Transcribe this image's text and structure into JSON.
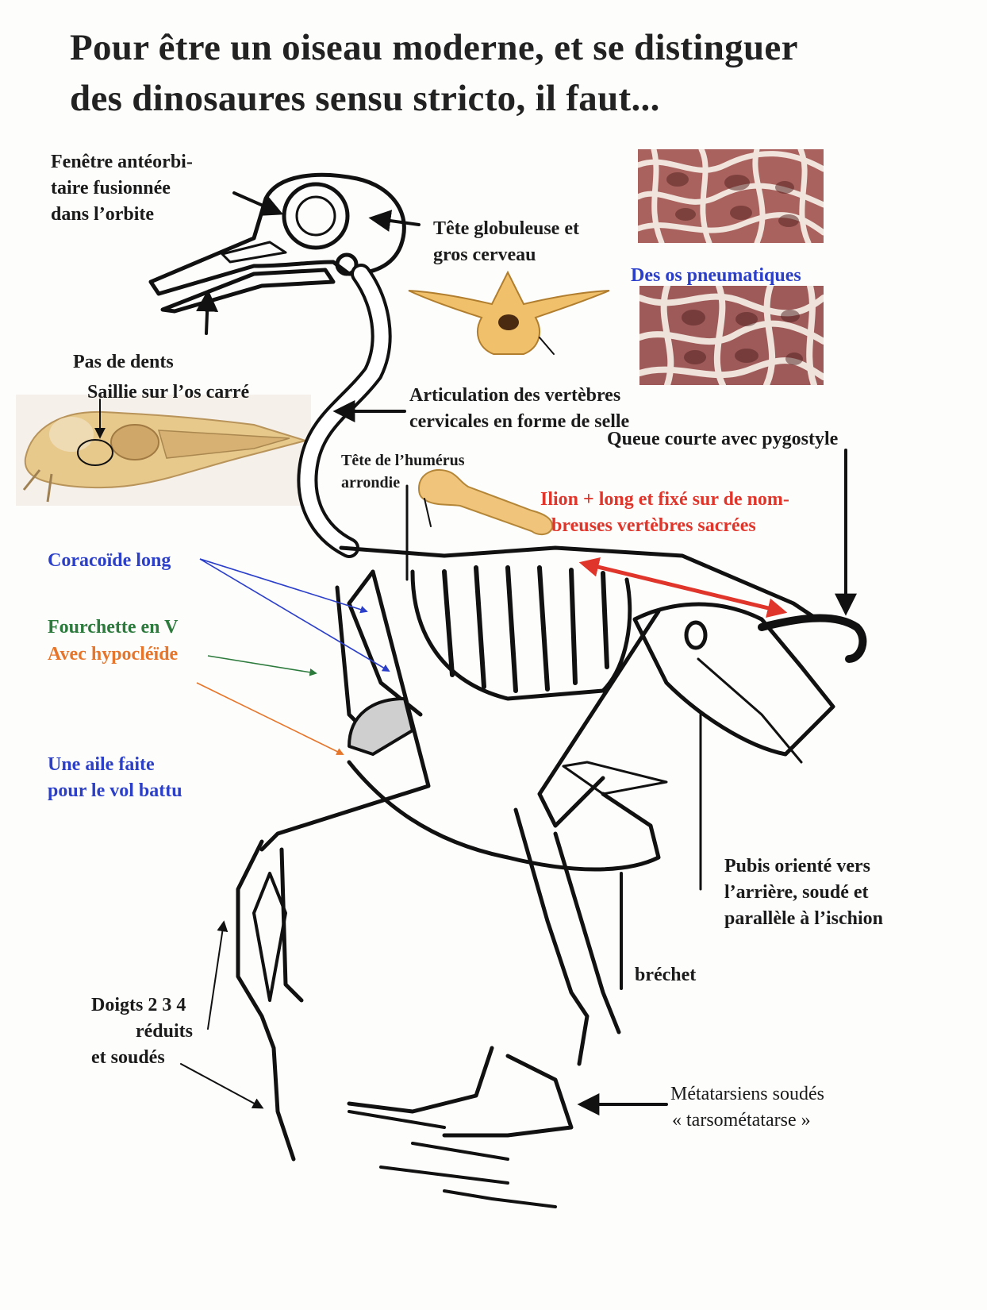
{
  "title": {
    "line1": "Pour être un oiseau moderne, et se distinguer",
    "line2": "des dinosaures sensu stricto, il faut..."
  },
  "labels": {
    "fenetre": [
      "Fenêtre antéorbi-",
      "taire fusionnée",
      "dans l’orbite"
    ],
    "tete_globuleuse": [
      "Tête globuleuse et",
      "gros cerveau"
    ],
    "os_pneumatiques": "Des os pneumatiques",
    "pas_de_dents": "Pas de dents",
    "saillie": "Saillie sur l’os carré",
    "articulation": [
      "Articulation des vertèbres",
      "cervicales en forme de selle"
    ],
    "queue": "Queue courte  avec pygostyle",
    "humerus": [
      "Tête de l’humérus",
      "arrondie"
    ],
    "ilion": [
      "Ilion + long et fixé sur de nom-",
      "breuses vertèbres sacrées"
    ],
    "coracoide": "Coracoïde long",
    "fourchette": "Fourchette en  V",
    "hypocleide": "Avec hypocléïde",
    "aile": [
      "Une aile  faite",
      "pour le vol battu"
    ],
    "pubis": [
      "Pubis orienté vers",
      "l’arrière, soudé et",
      "parallèle à l’ischion"
    ],
    "brechet": "bréchet",
    "doigts": [
      "Doigts 2 3 4",
      "réduits",
      "et  soudés"
    ],
    "metatarsiens": [
      "Métatarsiens soudés",
      "« tarsométatarse »"
    ]
  },
  "colors": {
    "blue": "#2b3fc9",
    "green": "#2c7a3c",
    "orange": "#e6762b",
    "red": "#e0352b",
    "ink": "#1b1b1b"
  }
}
